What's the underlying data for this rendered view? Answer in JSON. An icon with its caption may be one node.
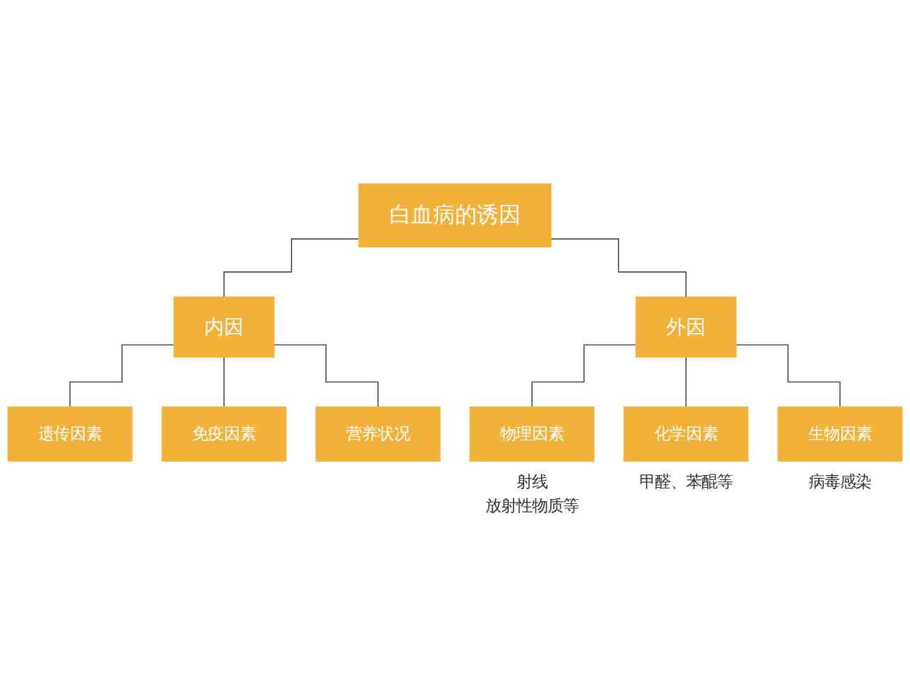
{
  "diagram": {
    "nodes": [
      {
        "text": [
          "白血病的诱因"
        ]
      },
      {
        "text": [
          "内因"
        ]
      },
      {
        "text": [
          "外因"
        ]
      },
      {
        "text": [
          "遗传因素"
        ]
      },
      {
        "text": [
          "免疫因素"
        ]
      },
      {
        "text": [
          "营养状况"
        ]
      },
      {
        "text": [
          "物理因素"
        ],
        "beside": [
          "射线",
          "放射性物质等"
        ]
      },
      {
        "text": [
          "化学因素"
        ],
        "beside": [
          "甲醛、苯醌等"
        ]
      },
      {
        "text": [
          "生物因素"
        ],
        "beside": [
          "病毒感染"
        ]
      }
    ],
    "edges": [
      {
        "from": 0,
        "to": 1,
        "arrow": "none"
      },
      {
        "from": 0,
        "to": 2,
        "arrow": "none"
      },
      {
        "from": 1,
        "to": 3,
        "arrow": "none"
      },
      {
        "from": 1,
        "to": 4,
        "arrow": "none"
      },
      {
        "from": 1,
        "to": 5,
        "arrow": "none"
      },
      {
        "from": 2,
        "to": 6,
        "arrow": "none"
      },
      {
        "from": 2,
        "to": 7,
        "arrow": "none"
      },
      {
        "from": 2,
        "to": 8,
        "arrow": "none"
      }
    ]
  }
}
